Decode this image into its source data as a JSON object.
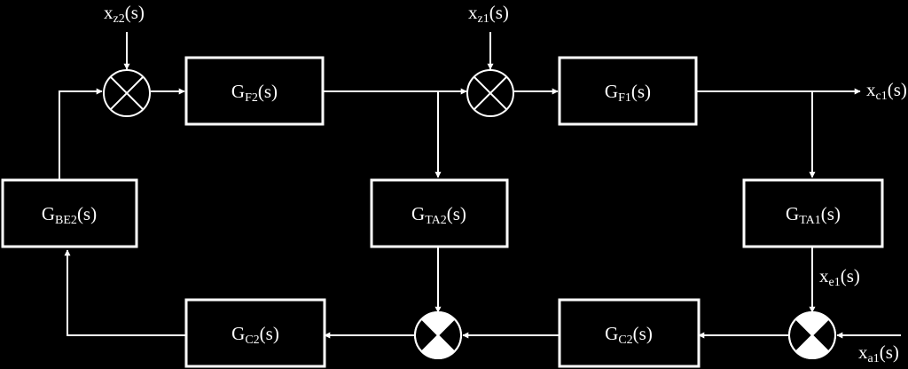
{
  "blocks": {
    "gf2": {
      "main": "G",
      "sub": "F2",
      "tail": "(s)"
    },
    "gf1": {
      "main": "G",
      "sub": "F1",
      "tail": "(s)"
    },
    "gbe2": {
      "main": "G",
      "sub": "BE2",
      "tail": "(s)"
    },
    "gta2": {
      "main": "G",
      "sub": "TA2",
      "tail": "(s)"
    },
    "gta1": {
      "main": "G",
      "sub": "TA1",
      "tail": "(s)"
    },
    "gc2_left": {
      "main": "G",
      "sub": "C2",
      "tail": "(s)"
    },
    "gc2_right": {
      "main": "G",
      "sub": "C2",
      "tail": "(s)"
    }
  },
  "signals": {
    "xz2": {
      "main": "x",
      "sub": "z2",
      "tail": "(s)"
    },
    "xz1": {
      "main": "x",
      "sub": "z1",
      "tail": "(s)"
    },
    "xc1": {
      "main": "x",
      "sub": "c1",
      "tail": "(s)"
    },
    "xe1": {
      "main": "x",
      "sub": "e1",
      "tail": "(s)"
    },
    "xa1": {
      "main": "x",
      "sub": "a1",
      "tail": "(s)"
    }
  }
}
